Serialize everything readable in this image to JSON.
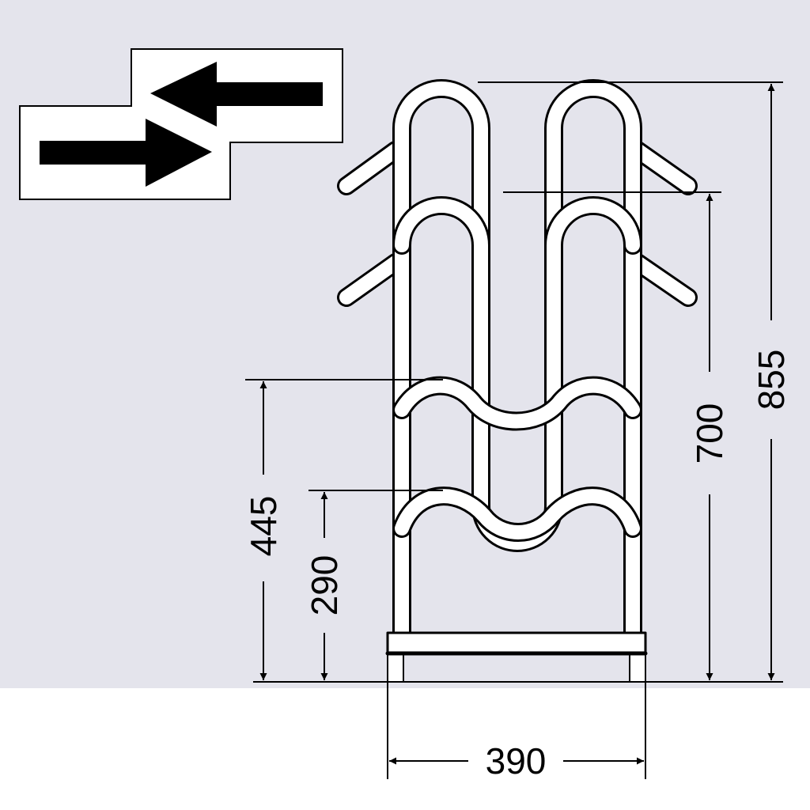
{
  "diagram": {
    "description_free": true,
    "colors": {
      "background": "#e4e4ec",
      "floor": "#ffffff",
      "line": "#000000",
      "tube_fill": "#ffffff"
    },
    "icons": [
      "direction-arrows-icon"
    ],
    "dimensions": {
      "width": "390",
      "overall_height": "855",
      "upper_rail_height": "700",
      "middle_rail_height": "445",
      "lower_rail_height": "290"
    }
  }
}
